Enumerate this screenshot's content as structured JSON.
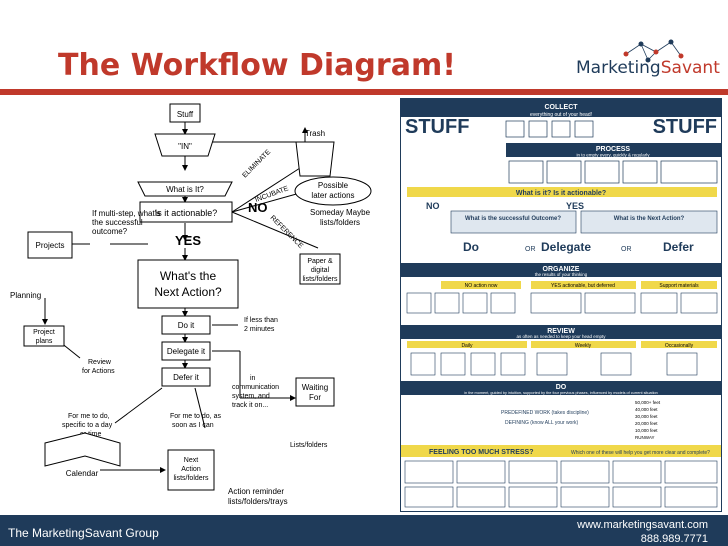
{
  "title": "The Workflow Diagram!",
  "logo": {
    "text_a": "Marketing",
    "text_b": "Savant"
  },
  "footer": {
    "left": "The MarketingSavant Group",
    "url": "www.marketingsavant.com",
    "phone": "888.989.7771"
  },
  "flow": {
    "stuff": "Stuff",
    "in": "\"IN\"",
    "trash": "Trash",
    "what_is_it": "What is It?",
    "actionable": "Is it  actionable?",
    "no": "NO",
    "yes": "YES",
    "eliminate": "ELIMINATE",
    "incubate": "INCUBATE",
    "reference": "REFERENCE",
    "possible_later": [
      "Possible",
      "later actions"
    ],
    "someday_maybe": [
      "Someday Maybe",
      "lists/folders"
    ],
    "paper_digital": [
      "Paper &",
      "digital",
      "lists/folders"
    ],
    "multi_step": [
      "If multi-step, what's",
      "the successful",
      "outcome?"
    ],
    "projects": "Projects",
    "next_action": [
      "What's the",
      "Next Action?"
    ],
    "planning": "Planning",
    "project_plans": [
      "Project",
      "plans"
    ],
    "do_it": "Do it",
    "less_than": [
      "If less than",
      "2 minutes"
    ],
    "delegate_it": "Delegate it",
    "defer_it": "Defer it",
    "review": [
      "Review",
      "for Actions"
    ],
    "in_comm": [
      "in",
      "communication",
      "system, and",
      "track it on..."
    ],
    "for_me_specific": [
      "For me to do,",
      "specific to a day",
      "or time"
    ],
    "for_me_asap": [
      "For me to do, as",
      "soon as I can"
    ],
    "calendar": "Calendar",
    "next_actions": [
      "Next",
      "Action",
      "lists/folders"
    ],
    "waiting_for": [
      "Waiting",
      "For"
    ],
    "lists_folders": "Lists/folders",
    "action_reminder": [
      "Action reminder",
      "lists/folders/trays"
    ]
  },
  "chart": {
    "collect": "COLLECT",
    "collect_sub": "everything out of your head!",
    "stuff_left": "STUFF",
    "stuff_right": "STUFF",
    "process": "PROCESS",
    "process_sub": "in to empty every, quickly & regularly",
    "what_is_it": "What is it? Is it actionable?",
    "no": "NO",
    "yes": "YES",
    "successful_outcome": "What is the successful Outcome?",
    "next_action": "What is the Next Action?",
    "do": "Do",
    "delegate": "Delegate",
    "defer": "Defer",
    "or": "OR",
    "organize": "ORGANIZE",
    "organize_sub": "the results of your thinking",
    "no_action_now": "NO action now",
    "yes_actionable": "YES actionable, but deferred",
    "support_materials": "Support materials",
    "review": "REVIEW",
    "review_sub": "as often as needed to keep your head empty",
    "daily": "Daily",
    "weekly": "Weekly",
    "occasionally": "Occasionally",
    "do_section": "DO",
    "do_sub": "in the moment, guided by intuition, supported by the four previous phases, influenced by models of current situation",
    "predefined": "PREDEFINED WORK (takes discipline)",
    "defining": "DEFINING (know ALL your work)",
    "altitudes": [
      "50,000+ feet",
      "40,000 feet",
      "30,000 feet",
      "20,000 feet",
      "10,000 feet",
      "RUNWAY"
    ],
    "too_much_stress": "FEELING TOO MUCH STRESS?",
    "which_one": "Which one of these will help you get more clear and complete?"
  }
}
